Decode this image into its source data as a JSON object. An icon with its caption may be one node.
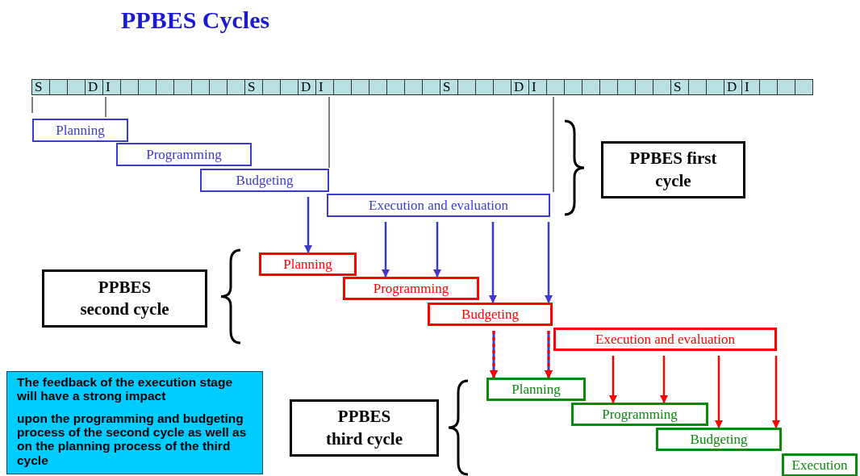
{
  "diagram": {
    "title": "PPBES Cycles",
    "nodes": [
      {
        "text": [
          "Planning"
        ]
      },
      {
        "text": [
          "Programming"
        ]
      },
      {
        "text": [
          "Budgeting"
        ]
      },
      {
        "text": [
          "Execution and evaluation"
        ]
      },
      {
        "text": [
          "PPBES first cycle"
        ]
      },
      {
        "text": [
          "Planning"
        ]
      },
      {
        "text": [
          "Programming"
        ]
      },
      {
        "text": [
          "Budgeting"
        ]
      },
      {
        "text": [
          "Execution and evaluation"
        ]
      },
      {
        "text": [
          "PPBES second cycle"
        ]
      },
      {
        "text": [
          "Planning"
        ]
      },
      {
        "text": [
          "Programming"
        ]
      },
      {
        "text": [
          "Budgeting"
        ]
      },
      {
        "text": [
          "Execution"
        ]
      },
      {
        "text": [
          "PPBES third cycle"
        ]
      },
      {
        "text": [
          "The feedback of the execution stage will have a strong impact",
          "upon the programming and budgeting process of the second cycle as well as on the planning process of the third cycle"
        ]
      }
    ],
    "edges": [
      {
        "from": 2,
        "to": 5,
        "arrow": "to",
        "color": "#3a3acf"
      },
      {
        "from": 3,
        "to": 6,
        "arrow": "to",
        "color": "#3a3acf"
      },
      {
        "from": 3,
        "to": 6,
        "arrow": "to",
        "color": "#3a3acf"
      },
      {
        "from": 3,
        "to": 7,
        "arrow": "to",
        "color": "#3a3acf"
      },
      {
        "from": 3,
        "to": 7,
        "arrow": "to",
        "color": "#3a3acf"
      },
      {
        "from": 7,
        "to": 10,
        "arrow": "to",
        "style": "dashed"
      },
      {
        "from": 7,
        "to": 10,
        "arrow": "to",
        "style": "dashed"
      },
      {
        "from": 8,
        "to": 11,
        "arrow": "to"
      },
      {
        "from": 8,
        "to": 11,
        "arrow": "to"
      },
      {
        "from": 8,
        "to": 12,
        "arrow": "to"
      },
      {
        "from": 8,
        "to": 12,
        "arrow": "to"
      }
    ],
    "labels": [
      "S",
      "D",
      "I",
      "S",
      "D",
      "I",
      "S",
      "D",
      "I",
      "S",
      "D",
      "I"
    ]
  }
}
